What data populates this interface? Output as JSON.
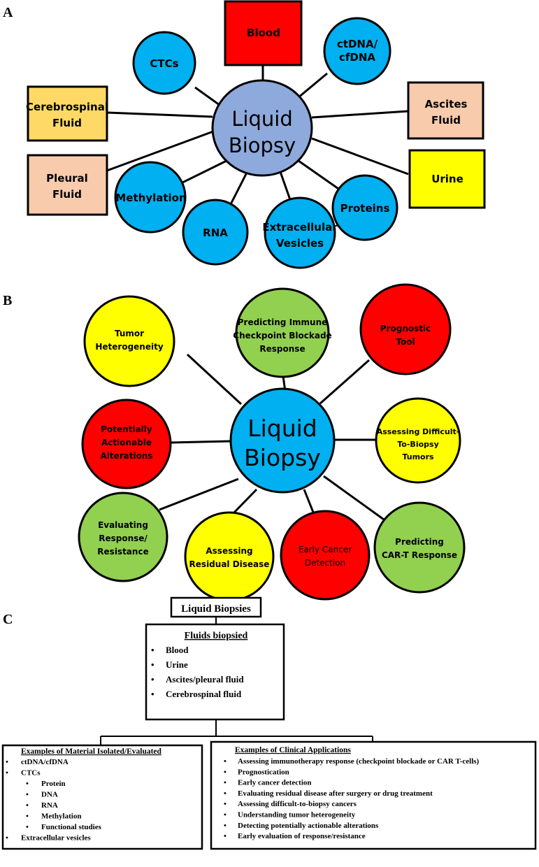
{
  "panels": {
    "a": {
      "letter": "A",
      "center": {
        "text": [
          "Liquid",
          "Biopsy"
        ],
        "color": "#8EA9DB"
      },
      "nodes": [
        {
          "id": "blood",
          "shape": "square",
          "color": "#FF0000",
          "lines": [
            "Blood"
          ]
        },
        {
          "id": "ctcs",
          "shape": "circle",
          "color": "#00B0F0",
          "lines": [
            "CTCs"
          ]
        },
        {
          "id": "ctdna",
          "shape": "circle",
          "color": "#00B0F0",
          "lines": [
            "ctDNA/",
            "cfDNA"
          ]
        },
        {
          "id": "csf",
          "shape": "square",
          "color": "#FFD966",
          "lines": [
            "Cerebrospinal",
            "Fluid"
          ]
        },
        {
          "id": "ascites",
          "shape": "square",
          "color": "#F8CBAD",
          "lines": [
            "Ascites",
            "Fluid"
          ]
        },
        {
          "id": "pleural",
          "shape": "square",
          "color": "#F8CBAD",
          "lines": [
            "Pleural",
            "Fluid"
          ]
        },
        {
          "id": "urine",
          "shape": "square",
          "color": "#FFFF00",
          "lines": [
            "Urine"
          ]
        },
        {
          "id": "methylation",
          "shape": "circle",
          "color": "#00B0F0",
          "lines": [
            "Methylation"
          ]
        },
        {
          "id": "rna",
          "shape": "circle",
          "color": "#00B0F0",
          "lines": [
            "RNA"
          ]
        },
        {
          "id": "ev",
          "shape": "circle",
          "color": "#00B0F0",
          "lines": [
            "Extracellular",
            "Vesicles"
          ]
        },
        {
          "id": "proteins",
          "shape": "circle",
          "color": "#00B0F0",
          "lines": [
            "Proteins"
          ]
        }
      ]
    },
    "b": {
      "letter": "B",
      "center": {
        "text": [
          "Liquid",
          "Biopsy"
        ],
        "color": "#00B0F0"
      },
      "nodes": [
        {
          "id": "heterogeneity",
          "color": "#FFFF00",
          "lines": [
            "Tumor",
            "Heterogeneity"
          ]
        },
        {
          "id": "checkpoint",
          "color": "#92D050",
          "lines": [
            "Predicting Immune",
            "Checkpoint Blockade",
            "Response"
          ]
        },
        {
          "id": "prognostic",
          "color": "#FF0000",
          "lines": [
            "Prognostic",
            "Tool"
          ]
        },
        {
          "id": "actionable",
          "color": "#FF0000",
          "lines": [
            "Potentially",
            "Actionable",
            "Alterations"
          ]
        },
        {
          "id": "difficult",
          "color": "#FFFF00",
          "lines": [
            "Assessing Difficult-",
            "To-Biopsy",
            "Tumors"
          ]
        },
        {
          "id": "response",
          "color": "#92D050",
          "lines": [
            "Evaluating",
            "Response/",
            "Resistance"
          ]
        },
        {
          "id": "residual",
          "color": "#FFFF00",
          "lines": [
            "Assessing",
            "Residual Disease"
          ]
        },
        {
          "id": "early",
          "color": "#FF0000",
          "lines": [
            "Early Cancer",
            "Detection"
          ]
        },
        {
          "id": "cart",
          "color": "#92D050",
          "lines": [
            "Predicting",
            "CAR-T Response"
          ]
        }
      ]
    },
    "c": {
      "letter": "C",
      "root": "Liquid Biopsies",
      "fluids": {
        "title": "Fluids biopsied",
        "items": [
          "Blood",
          "Urine",
          "Ascites/pleural fluid",
          "Cerebrospinal fluid"
        ]
      },
      "material": {
        "title": "Examples of Material Isolated/Evaluated",
        "items": [
          {
            "text": "ctDNA/cfDNA",
            "level": 0
          },
          {
            "text": "CTCs",
            "level": 0
          },
          {
            "text": "Protein",
            "level": 1
          },
          {
            "text": "DNA",
            "level": 1
          },
          {
            "text": "RNA",
            "level": 1
          },
          {
            "text": "Methylation",
            "level": 1
          },
          {
            "text": "Functional studies",
            "level": 1
          },
          {
            "text": "Extracellular vesicles",
            "level": 0
          }
        ]
      },
      "applications": {
        "title": "Examples of Clinical Applications",
        "items": [
          "Assessing immunotherapy response (checkpoint blockade or CAR T-cells)",
          "Prognostication",
          "Early cancer detection",
          "Evaluating residual disease after surgery or drug treatment",
          "Assessing difficult-to-biopsy cancers",
          "Understanding tumor heterogeneity",
          "Detecting potentially actionable alterations",
          "Early evaluation of response/resistance"
        ]
      }
    }
  }
}
